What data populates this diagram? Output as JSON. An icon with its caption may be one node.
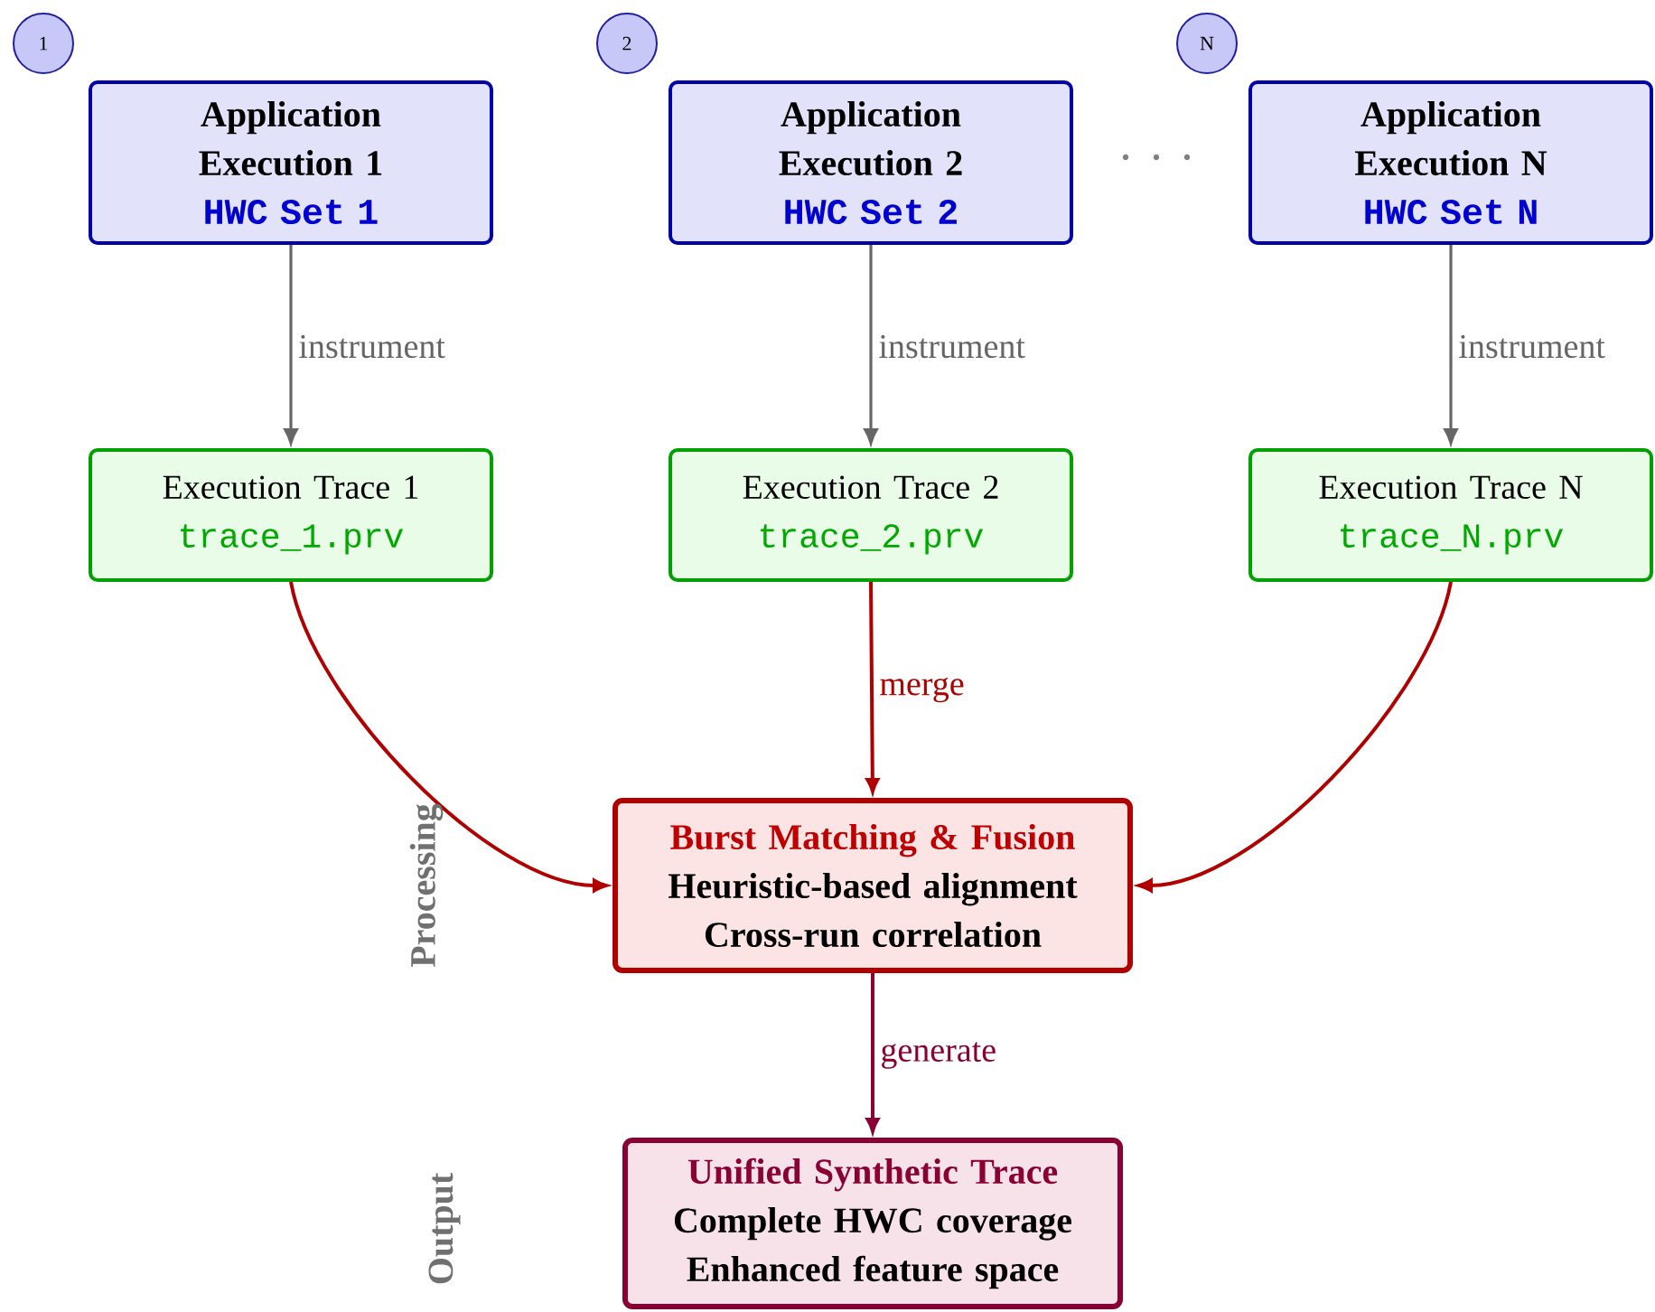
{
  "diagram": {
    "nodes": [
      {
        "text": [
          "1"
        ]
      },
      {
        "text": [
          "2"
        ]
      },
      {
        "text": [
          "N"
        ]
      },
      {
        "text": [
          "Application Execution 1",
          "HWC Set 1"
        ]
      },
      {
        "text": [
          "Application Execution 2",
          "HWC Set 2"
        ]
      },
      {
        "text": [
          "Application Execution N",
          "HWC Set N"
        ]
      },
      {
        "text": [
          "Execution Trace 1",
          "trace_1.prv"
        ]
      },
      {
        "text": [
          "Execution Trace 2",
          "trace_2.prv"
        ]
      },
      {
        "text": [
          "Execution Trace N",
          "trace_N.prv"
        ]
      },
      {
        "text": [
          "Burst Matching & Fusion",
          "Heuristic-based alignment",
          "Cross-run correlation"
        ]
      },
      {
        "text": [
          "Unified Synthetic Trace",
          "Complete HWC coverage",
          "Enhanced feature space"
        ]
      }
    ],
    "edges": [
      {
        "from": 3,
        "to": 6,
        "arrow": "to",
        "label": "instrument"
      },
      {
        "from": 4,
        "to": 7,
        "arrow": "to",
        "label": "instrument"
      },
      {
        "from": 5,
        "to": 8,
        "arrow": "to",
        "label": "instrument"
      },
      {
        "from": 6,
        "to": 9,
        "arrow": "to",
        "color": "#b00000"
      },
      {
        "from": 7,
        "to": 9,
        "arrow": "to",
        "label": "merge",
        "color": "#b00000"
      },
      {
        "from": 8,
        "to": 9,
        "arrow": "to",
        "color": "#b00000"
      },
      {
        "from": 9,
        "to": 10,
        "arrow": "to",
        "label": "generate",
        "color": "#8b0033"
      }
    ],
    "labels": [
      "Processing",
      "Output"
    ]
  }
}
